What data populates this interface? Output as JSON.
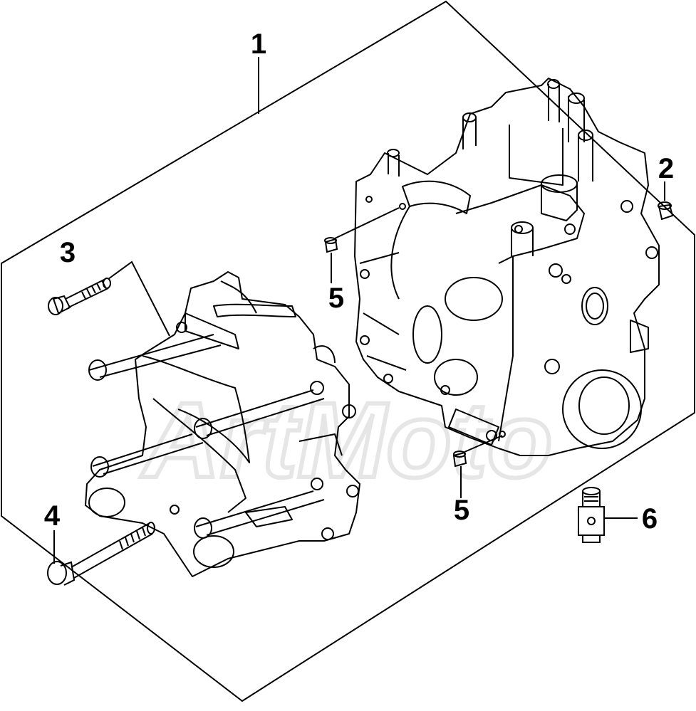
{
  "diagram": {
    "callouts": [
      {
        "id": "1",
        "label": "1"
      },
      {
        "id": "2",
        "label": "2"
      },
      {
        "id": "3",
        "label": "3"
      },
      {
        "id": "4",
        "label": "4"
      },
      {
        "id": "5a",
        "label": "5"
      },
      {
        "id": "5b",
        "label": "5"
      },
      {
        "id": "6",
        "label": "6"
      }
    ],
    "watermark": "ArtMoto",
    "colors": {
      "line": "#000000",
      "background": "#ffffff",
      "watermark": "#e9e9e9"
    }
  }
}
